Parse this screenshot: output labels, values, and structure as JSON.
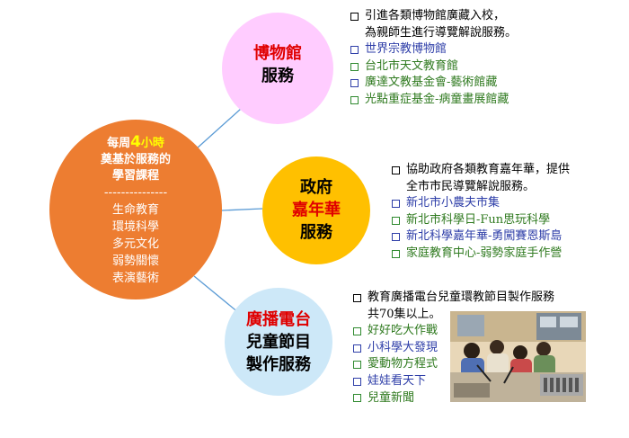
{
  "hub": {
    "title_line1_pre": "每周",
    "title_line1_num": "4",
    "title_line1_post": "小時",
    "title_line2": "奠基於服務的",
    "title_line3": "學習課程",
    "divider": "---------------",
    "items": [
      "生命教育",
      "環境科學",
      "多元文化",
      "弱勢關懷",
      "表演藝術"
    ]
  },
  "museum": {
    "label_line1": "博物館",
    "label_line2": "服務",
    "intro_line1": "引進各類博物館廣藏入校，",
    "intro_line2": "為親師生進行導覽解說服務。",
    "items": [
      "世界宗教博物館",
      "台北市天文教育館",
      "廣達文教基金會-藝術館藏",
      "光點重症基金-病童畫展館藏"
    ]
  },
  "carnival": {
    "label_line1": "政府",
    "label_line2": "嘉年華",
    "label_line3": "服務",
    "intro_line1": "協助政府各類教育嘉年華，提供",
    "intro_line2": "全市市民導覽解說服務。",
    "items": [
      "新北市小農夫市集",
      "新北市科學日-Fun思玩科學",
      "新北科學嘉年華-勇闖賽恩斯島",
      "家庭教育中心-弱勢家庭手作營"
    ]
  },
  "radio": {
    "label_line1": "廣播電台",
    "label_line2": "兒童節目",
    "label_line3": "製作服務",
    "intro_line1": "教育廣播電台兒童環教節目製作服務",
    "intro_line2": "共70集以上。",
    "items": [
      "好好吃大作戰",
      "小科學大發現",
      "愛動物方程式",
      "娃娃看天下",
      "兒童新聞"
    ]
  },
  "colors": {
    "hub": "#ed7d31",
    "museum": "#ffccff",
    "carnival": "#ffc000",
    "radio": "#cde8f8",
    "accent_red": "#e00000",
    "checkbox_blue": "#2e3ea8",
    "checkbox_green": "#2f8a2f",
    "connector": "#5b9bd5"
  }
}
